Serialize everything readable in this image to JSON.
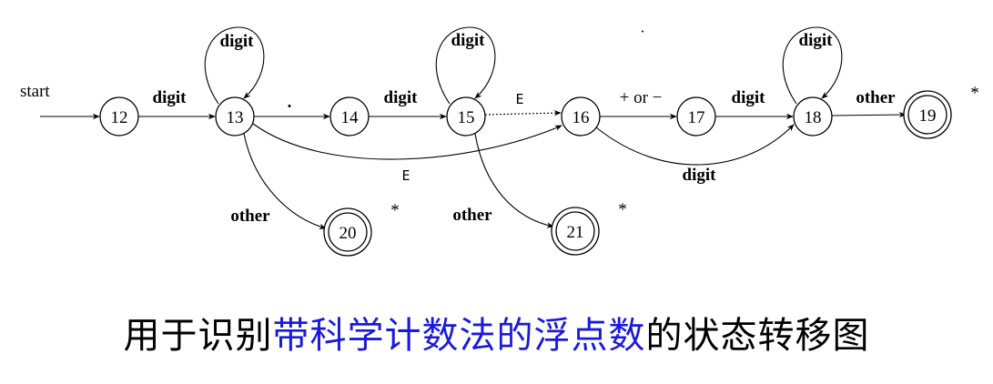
{
  "diagram": {
    "start_label": "start",
    "states": [
      {
        "id": "12",
        "label": "12",
        "accepting": false
      },
      {
        "id": "13",
        "label": "13",
        "accepting": false
      },
      {
        "id": "14",
        "label": "14",
        "accepting": false
      },
      {
        "id": "15",
        "label": "15",
        "accepting": false
      },
      {
        "id": "16",
        "label": "16",
        "accepting": false
      },
      {
        "id": "17",
        "label": "17",
        "accepting": false
      },
      {
        "id": "18",
        "label": "18",
        "accepting": false
      },
      {
        "id": "19",
        "label": "19",
        "accepting": true,
        "retract_mark": "*"
      },
      {
        "id": "20",
        "label": "20",
        "accepting": true,
        "retract_mark": "*"
      },
      {
        "id": "21",
        "label": "21",
        "accepting": true,
        "retract_mark": "*"
      }
    ],
    "transitions": [
      {
        "from": "12",
        "to": "13",
        "label": "digit"
      },
      {
        "from": "13",
        "to": "13",
        "label": "digit"
      },
      {
        "from": "13",
        "to": "14",
        "label": "."
      },
      {
        "from": "14",
        "to": "15",
        "label": "digit"
      },
      {
        "from": "15",
        "to": "15",
        "label": "digit"
      },
      {
        "from": "15",
        "to": "16",
        "label": "E"
      },
      {
        "from": "13",
        "to": "16",
        "label": "E"
      },
      {
        "from": "16",
        "to": "17",
        "label": "+ or −"
      },
      {
        "from": "17",
        "to": "18",
        "label": "digit"
      },
      {
        "from": "16",
        "to": "18",
        "label": "digit"
      },
      {
        "from": "18",
        "to": "18",
        "label": "digit"
      },
      {
        "from": "18",
        "to": "19",
        "label": "other"
      },
      {
        "from": "13",
        "to": "20",
        "label": "other"
      },
      {
        "from": "15",
        "to": "21",
        "label": "other"
      }
    ],
    "stray_mark": "˙"
  },
  "caption": {
    "prefix": "用于识别",
    "highlight": "带科学计数法的浮点数",
    "suffix": "的状态转移图",
    "highlight_color": "#1a1adc",
    "text_color": "#000000"
  }
}
